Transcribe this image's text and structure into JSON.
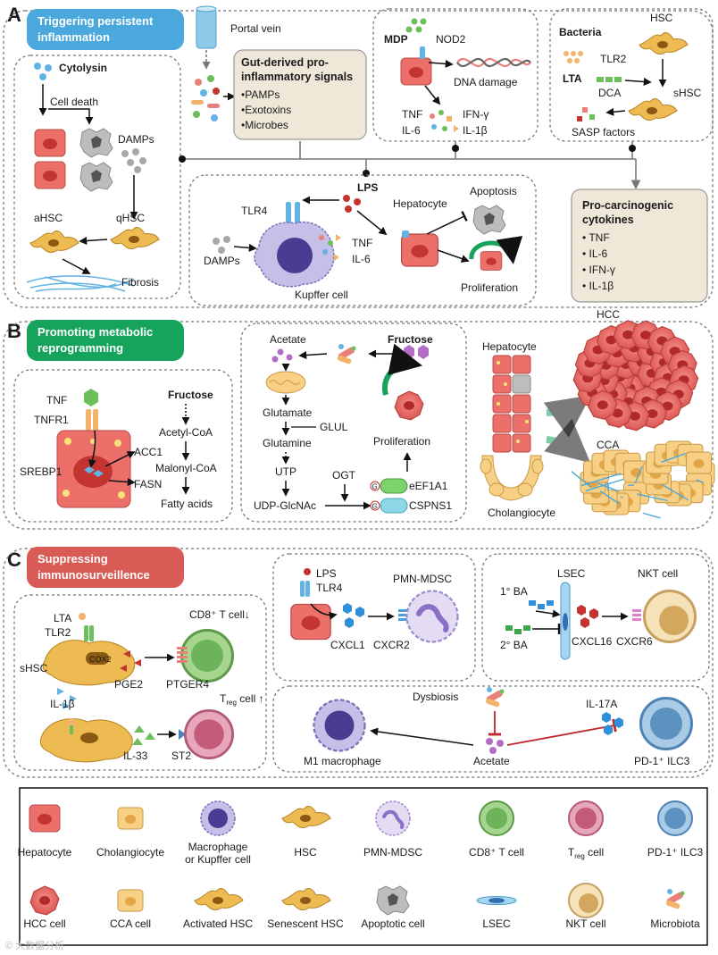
{
  "panels": {
    "a": {
      "letter": "A",
      "banner": [
        "Triggering persistent",
        "inflammation"
      ]
    },
    "b": {
      "letter": "B",
      "banner": [
        "Promoting metabolic",
        "reprogramming"
      ]
    },
    "c": {
      "letter": "C",
      "banner": [
        "Suppressing",
        "immunosurveillence"
      ]
    }
  },
  "colors": {
    "blue_banner": "#4aa8dd",
    "green_banner": "#16a35c",
    "red_banner": "#d95b55",
    "hepatocyte": "#ec6f6a",
    "cholangiocyte": "#f7cf85",
    "macrophage": "#8c84c8",
    "hsc": "#eebb52",
    "tcell": "#7cc26c",
    "treg": "#c45b7a",
    "ilc3": "#5d92c0",
    "lsec": "#5fb1de",
    "nkt": "#d9ad6a"
  },
  "a": {
    "cytolysin": "Cytolysin",
    "cell_death": "Cell death",
    "damps": "DAMPs",
    "ahsc": "aHSC",
    "qhsc": "qHSC",
    "fibrosis": "Fibrosis",
    "portal_vein": "Portal vein",
    "gut_title": [
      "Gut-derived pro-",
      "inflammatory signals"
    ],
    "gut_items": [
      "•PAMPs",
      "•Exotoxins",
      "•Microbes"
    ],
    "mdp": "MDP",
    "nod2": "NOD2",
    "dna_damage": "DNA damage",
    "tnf": "TNF",
    "il6": "IL-6",
    "ifng": "IFN-γ",
    "il1b": "IL-1β",
    "bacteria": "Bacteria",
    "hsc": "HSC",
    "tlr2": "TLR2",
    "lta": "LTA",
    "dca": "DCA",
    "shsc": "sHSC",
    "sasp": "SASP factors",
    "lps": "LPS",
    "tlr4": "TLR4",
    "kdamps": "DAMPs",
    "ktnf": "TNF",
    "kil6": "IL-6",
    "kupffer": "Kupffer cell",
    "hepatocyte": "Hepatocyte",
    "apoptosis": "Apoptosis",
    "proliferation": "Proliferation",
    "pro_title": [
      "Pro-carcinogenic",
      "cytokines"
    ],
    "pro_items": [
      "• TNF",
      "• IL-6",
      "• IFN-γ",
      "• IL-1β"
    ]
  },
  "b": {
    "tnf": "TNF",
    "tnfr1": "TNFR1",
    "fructose": "Fructose",
    "acetyl_coa": "Acetyl-CoA",
    "acc1": "ACC1",
    "malonyl_coa": "Malonyl-CoA",
    "srebp1": "SREBP1",
    "fasn": "FASN",
    "fatty_acids": "Fatty acids",
    "acetate": "Acetate",
    "fructose2": "Fructose",
    "glutamate": "Glutamate",
    "glul": "GLUL",
    "glutamine": "Glutamine",
    "utp": "UTP",
    "ogt": "OGT",
    "udp": "UDP-GlcNAc",
    "eef1a1": "eEF1A1",
    "cspns1": "CSPNS1",
    "proliferation": "Proliferation",
    "g": "G",
    "hepatocyte": "Hepatocyte",
    "cholangiocyte": "Cholangiocyte",
    "hcc": "HCC",
    "cca": "CCA"
  },
  "c": {
    "lta": "LTA",
    "tlr2": "TLR2",
    "cox2": "COX2",
    "shsc": "sHSC",
    "pge2": "PGE2",
    "ptger4": "PTGER4",
    "cd8": "CD8⁺ T cell↓",
    "il1b": "IL-1β",
    "il33": "IL-33",
    "st2": "ST2",
    "treg": "T",
    "treg_sub": "reg",
    "treg_tail": " cell ↑",
    "lps": "LPS",
    "tlr4": "TLR4",
    "pmn": "PMN-MDSC",
    "cxcl1": "CXCL1",
    "cxcr2": "CXCR2",
    "lsec": "LSEC",
    "nkt": "NKT cell",
    "ba1": "1° BA",
    "ba2": "2° BA",
    "cxcl16": "CXCL16",
    "cxcr6": "CXCR6",
    "dysbiosis": "Dysbiosis",
    "il17a": "IL-17A",
    "m1": "M1 macrophage",
    "acetate": "Acetate",
    "ilc3": "PD-1⁺ ILC3"
  },
  "legend": [
    {
      "label": "Hepatocyte"
    },
    {
      "label": "Cholangiocyte"
    },
    {
      "label": "Macrophage",
      "label2": "or Kupffer cell"
    },
    {
      "label": "HSC"
    },
    {
      "label": "PMN-MDSC"
    },
    {
      "label": "CD8⁺ T cell"
    },
    {
      "label": "T",
      "sub": "reg",
      "tail": " cell"
    },
    {
      "label": "PD-1⁺ ILC3"
    },
    {
      "label": "HCC cell"
    },
    {
      "label": "CCA cell"
    },
    {
      "label": "Activated HSC"
    },
    {
      "label": "Senescent HSC"
    },
    {
      "label": "Apoptotic cell"
    },
    {
      "label": "LSEC"
    },
    {
      "label": "NKT cell"
    },
    {
      "label": "Microbiota"
    }
  ],
  "watermark": "© 大数据分析"
}
